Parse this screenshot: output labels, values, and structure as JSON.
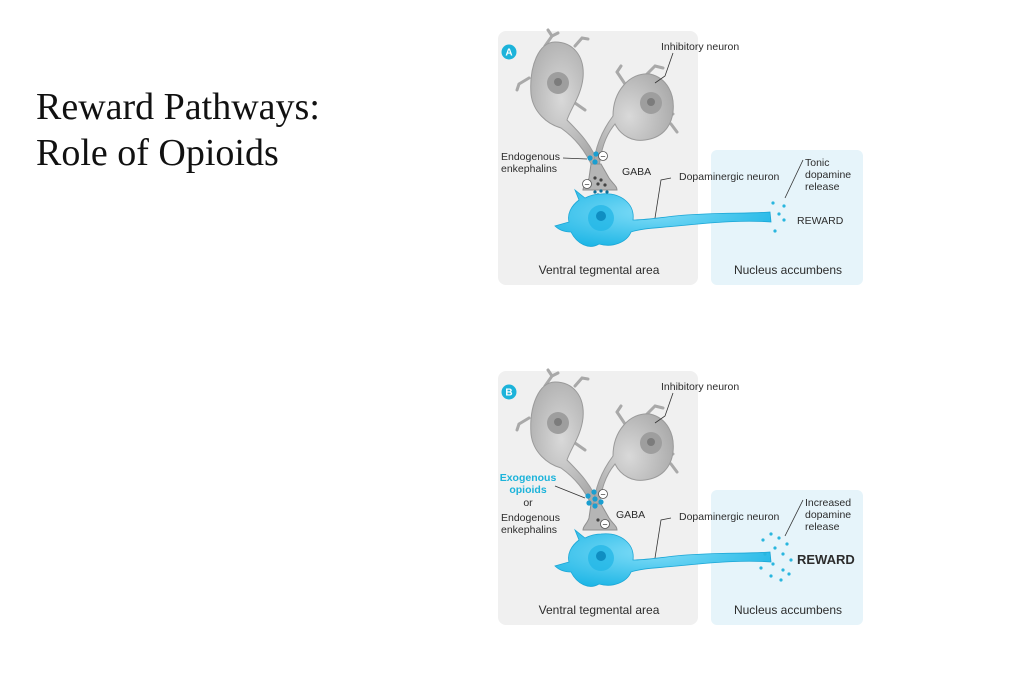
{
  "slide": {
    "title_line1": "Reward Pathways:",
    "title_line2": "Role of Opioids"
  },
  "colors": {
    "neuron_gray": "#bdbdbd",
    "neuron_gray_dark": "#8f8f8f",
    "dopamine_blue": "#29c3ee",
    "dopamine_blue_dark": "#0a86b6",
    "vta_bg": "#f0f0f0",
    "accumbens_bg": "#e6f4fa"
  },
  "panel_a": {
    "badge": "A",
    "inhibitory_label": "Inhibitory neuron",
    "enkephalins_line1": "Endogenous",
    "enkephalins_line2": "enkephalins",
    "gaba_label": "GABA",
    "dopaminergic_label": "Dopaminergic neuron",
    "release_line1": "Tonic",
    "release_line2": "dopamine",
    "release_line3": "release",
    "reward_label": "REWARD",
    "vta_label": "Ventral tegmental area",
    "accumbens_label": "Nucleus accumbens",
    "inhibition_symbol": "−"
  },
  "panel_b": {
    "badge": "B",
    "inhibitory_label": "Inhibitory neuron",
    "exogenous_line1": "Exogenous",
    "exogenous_line2": "opioids",
    "or_label": "or",
    "enkephalins_line1": "Endogenous",
    "enkephalins_line2": "enkephalins",
    "gaba_label": "GABA",
    "dopaminergic_label": "Dopaminergic neuron",
    "release_line1": "Increased",
    "release_line2": "dopamine",
    "release_line3": "release",
    "reward_label": "REWARD",
    "vta_label": "Ventral tegmental area",
    "accumbens_label": "Nucleus accumbens",
    "inhibition_symbol": "−"
  }
}
